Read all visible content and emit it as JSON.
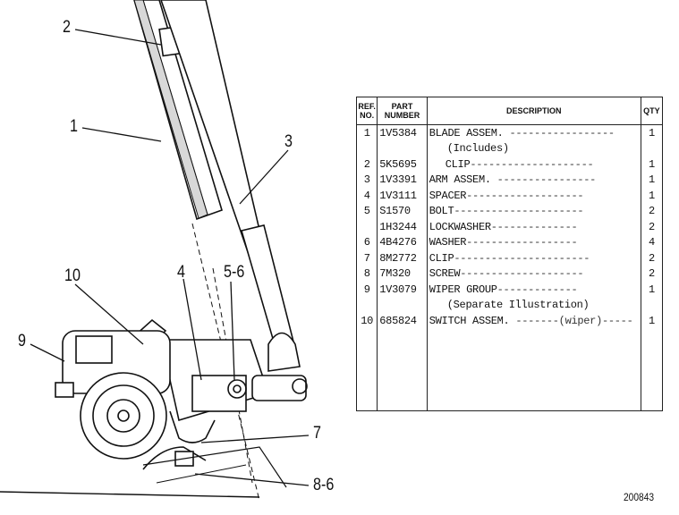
{
  "callouts": [
    {
      "label": "2"
    },
    {
      "label": "1"
    },
    {
      "label": "3"
    },
    {
      "label": "10"
    },
    {
      "label": "4"
    },
    {
      "label": "5-6"
    },
    {
      "label": "9"
    },
    {
      "label": "7"
    },
    {
      "label": "8-6"
    }
  ],
  "table": {
    "headers": {
      "ref": "REF. NO.",
      "part": "PART NUMBER",
      "desc": "DESCRIPTION",
      "qty": "QTY"
    },
    "rows": [
      {
        "ref": "1",
        "part": "1V5384",
        "desc": "BLADE ASSEM. ",
        "dots": "-----------------",
        "qty": "1"
      },
      {
        "ref": "",
        "part": "",
        "desc": "(Includes)",
        "dots": "",
        "qty": ""
      },
      {
        "ref": "2",
        "part": "5K5695",
        "desc": "CLIP",
        "dots": "--------------------",
        "qty": "1"
      },
      {
        "ref": "3",
        "part": "1V3391",
        "desc": "ARM ASSEM. ",
        "dots": "----------------",
        "qty": "1"
      },
      {
        "ref": "4",
        "part": "1V3111",
        "desc": "SPACER",
        "dots": "-------------------",
        "qty": "1"
      },
      {
        "ref": "5",
        "part": "S1570",
        "desc": "BOLT",
        "dots": "---------------------",
        "qty": "2"
      },
      {
        "ref": "",
        "part": "1H3244",
        "desc": "LOCKWASHER",
        "dots": "--------------",
        "qty": "2"
      },
      {
        "ref": "6",
        "part": "4B4276",
        "desc": "WASHER",
        "dots": "------------------",
        "qty": "4"
      },
      {
        "ref": "7",
        "part": "8M2772",
        "desc": "CLIP",
        "dots": "----------------------",
        "qty": "2"
      },
      {
        "ref": "8",
        "part": "7M320",
        "desc": "SCREW",
        "dots": "--------------------",
        "qty": "2"
      },
      {
        "ref": "9",
        "part": "1V3079",
        "desc": "WIPER GROUP",
        "dots": "-------------",
        "qty": "1"
      },
      {
        "ref": "",
        "part": "",
        "desc": "(Separate Illustration)",
        "dots": "",
        "qty": ""
      },
      {
        "ref": "10",
        "part": "685824",
        "desc": "SWITCH ASSEM. ",
        "dots": "-------(wiper)-----",
        "qty": "1"
      }
    ]
  },
  "figure_number": "200843"
}
